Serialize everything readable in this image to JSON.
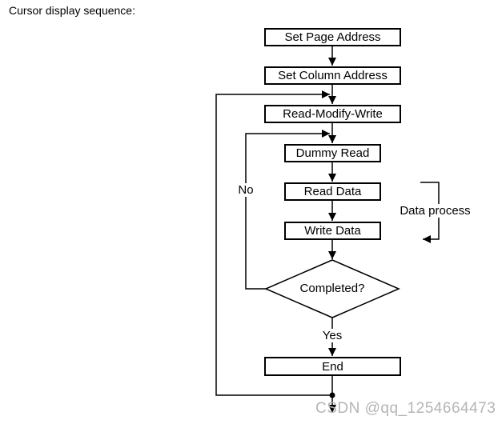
{
  "header": {
    "title": "Cursor display sequence:"
  },
  "flowchart": {
    "nodes": [
      {
        "label": "Set Page Address",
        "type": "process"
      },
      {
        "label": "Set Column Address",
        "type": "process"
      },
      {
        "label": "Read-Modify-Write",
        "type": "process"
      },
      {
        "label": "Dummy Read",
        "type": "process"
      },
      {
        "label": "Read Data",
        "type": "process"
      },
      {
        "label": "Write Data",
        "type": "process"
      },
      {
        "label": "Completed?",
        "type": "decision"
      },
      {
        "label": "End",
        "type": "process"
      }
    ],
    "edge_labels": {
      "yes": "Yes",
      "no": "No"
    },
    "annotations": {
      "data_process": "Data process"
    },
    "line_color": "#000000"
  },
  "watermark": {
    "text": "CSDN @qq_1254664473",
    "color": "#b5b5b5"
  }
}
